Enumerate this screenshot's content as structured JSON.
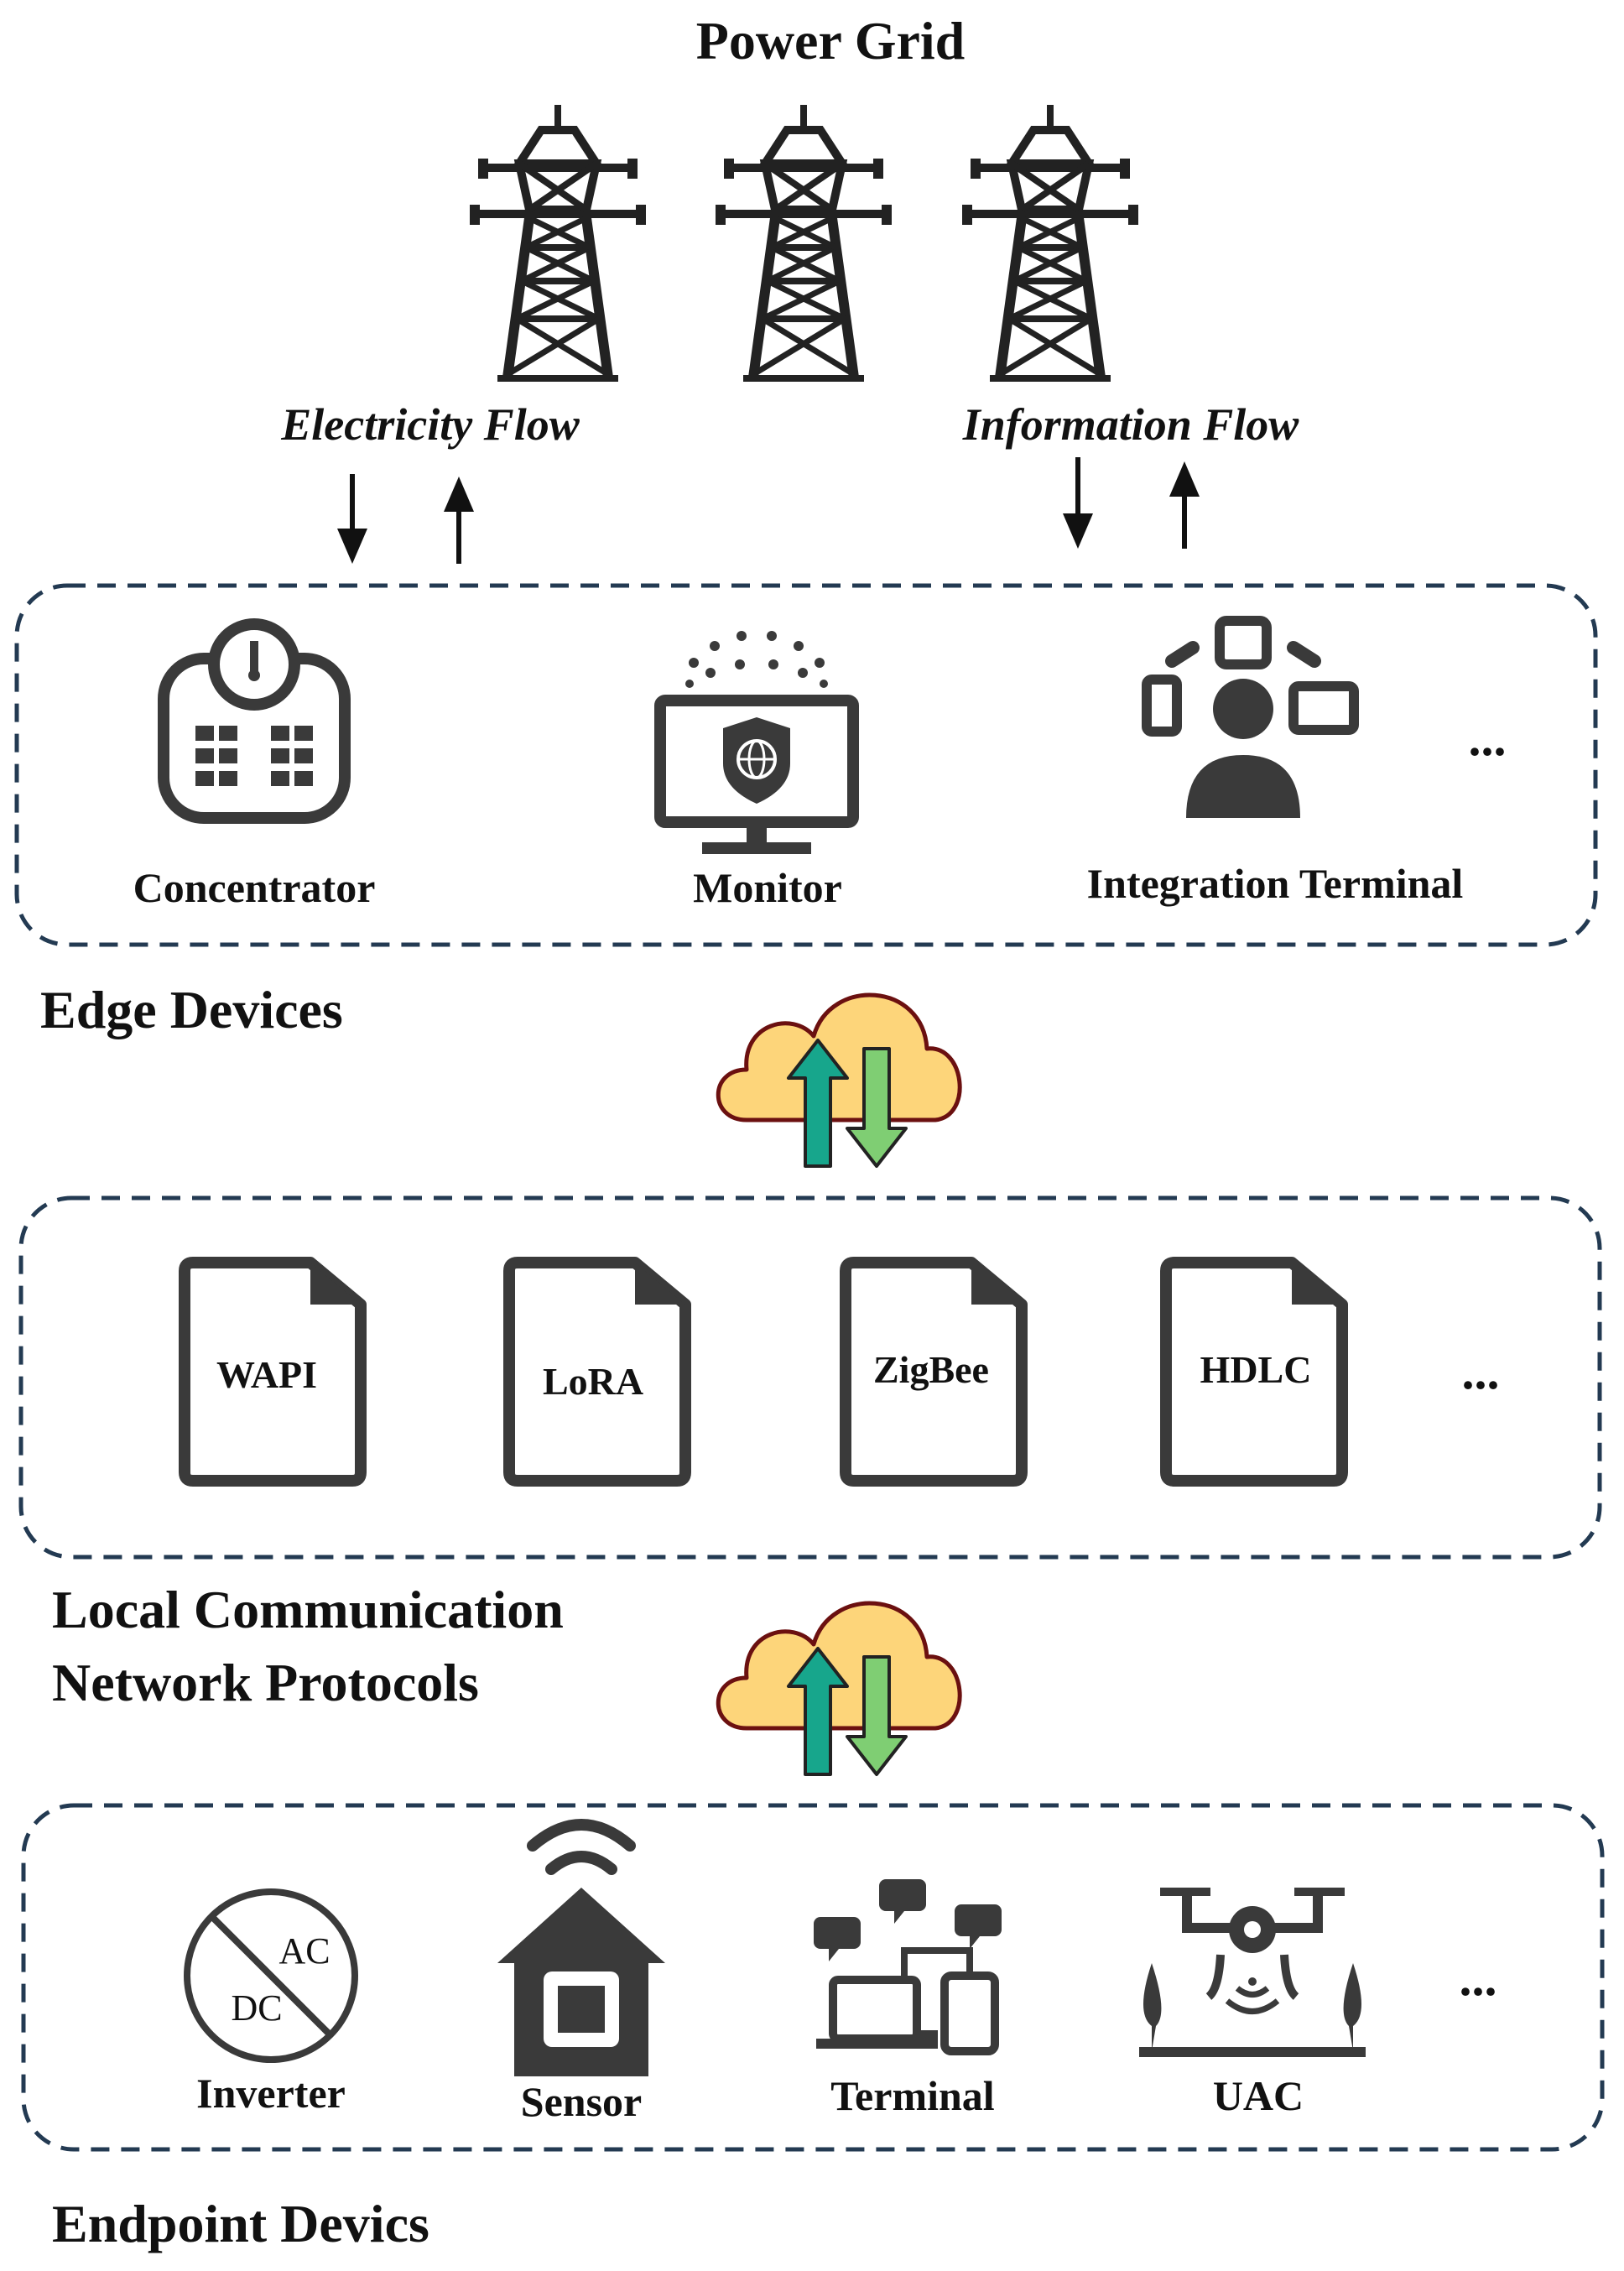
{
  "title": "Power Grid",
  "flows": {
    "electricity": "Electricity Flow",
    "information": "Information Flow"
  },
  "edge_layer": {
    "label": "Edge Devices",
    "devices": [
      "Concentrator",
      "Monitor",
      "Integration Terminal"
    ],
    "more": "..."
  },
  "protocol_layer": {
    "label_line1": "Local Communication",
    "label_line2": "Network Protocols",
    "protocols": [
      "WAPI",
      "LoRA",
      "ZigBee",
      "HDLC"
    ],
    "more": "..."
  },
  "endpoint_layer": {
    "label": "Endpoint Devics",
    "devices": [
      "Inverter",
      "Sensor",
      "Terminal",
      "UAC"
    ],
    "inverter_marks": [
      "AC",
      "DC"
    ],
    "more": "..."
  },
  "colors": {
    "box_border": "#233a52",
    "cloud_fill": "#fdd57a",
    "arrow_up": "#17a68c",
    "arrow_down": "#7fce73",
    "icon": "#3a3a3a"
  },
  "icons": [
    "transmission-tower-icon",
    "concentrator-icon",
    "monitor-icon",
    "integration-terminal-icon",
    "cloud-icon",
    "document-icon",
    "inverter-icon",
    "sensor-icon",
    "terminal-icon",
    "drone-icon"
  ]
}
